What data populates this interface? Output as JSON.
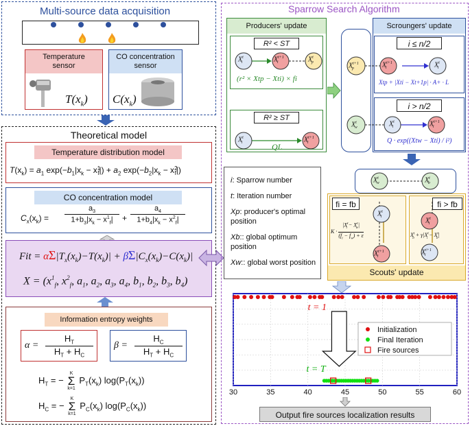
{
  "left": {
    "acquisition": {
      "title": "Multi-source data acquisition",
      "temp_sensor_label": "Temperature\nsensor",
      "co_sensor_label": "CO concentration\nsensor",
      "temp_func": "T(x",
      "temp_func_sub": "k",
      "co_func": "C(x",
      "co_func_sub": "k"
    },
    "theory": {
      "title": "Theoretical model",
      "temp_model_title": "Temperature distribution model",
      "temp_model_eq": "T(xk) = a1 exp(−b1|xk − x1f|) + a2 exp(−b2|xk − x2f|)",
      "co_model_title": "CO concentration model",
      "co_model_lhs": "Cx(xk) =",
      "co_num1": "a3",
      "co_den1": "1+b3|xk − x1f|",
      "co_num2": "a4",
      "co_den2": "1+b4|xk − x2f|",
      "fit_eq": "Fit = αΣ|Tx(xk)−T(xk)| + βΣ|Cx(xk)−C(xk)|",
      "x_eq": "X = (x1f, x2f, a1, a2, a3, a4, b1, b2, b3, b4)",
      "entropy_title": "Information entropy weights",
      "alpha_lhs": "α =",
      "alpha_num": "HT",
      "alpha_den": "HT + HC",
      "beta_lhs": "β =",
      "beta_num": "HC",
      "beta_den": "HT + HC",
      "ht_eq": "HT = − Σ PT(xk) log(PT(xk))",
      "hc_eq": "HC = − Σ PC(xk) log(PC(xk))",
      "sum_upper": "K",
      "sum_lower": "k=1"
    }
  },
  "right": {
    "title": "Sparrow Search Algorithm",
    "producers": {
      "title": "Producers' update",
      "cond1": "R² < ST",
      "cond2": "R² ≥ ST",
      "formula1": "(r² × Xtp − Xti) × fi",
      "formula2": "QL",
      "node_xi": "Xti",
      "node_xi1": "Xt+1i",
      "node_xp": "Xtp"
    },
    "scroungers": {
      "title": "Scroungers' update",
      "cond1": "i ≤ n/2",
      "cond2": "i > n/2",
      "formula1": "Xtp + |Xti − Xt+1p| · A+ · L",
      "formula2": "Q · exp((Xtw − Xti) / i²)",
      "node_xp1": "Xt+1p",
      "node_xw": "Xtw"
    },
    "legend_list": [
      {
        "sym": "i",
        "text": ": Sparrow number"
      },
      {
        "sym": "t",
        "text": ": Iteration number"
      },
      {
        "sym": "Xp",
        "text": ": producer's optimal position"
      },
      {
        "sym": "Xb",
        "text": ":: global optimum position"
      },
      {
        "sym": "Xw",
        "text": ":: global worst position"
      }
    ],
    "scouts": {
      "title": "Scouts' update",
      "cond1": "fi = fb",
      "cond2": "fi > fb",
      "formula1": "K · (|Xti − Xtw| / ((fi − fw) + ε))",
      "formula2": "Xtb + γ|Xti − Xtb|",
      "node_xw": "Xtw",
      "node_xb": "Xtb"
    },
    "output_label": "Output fire sources localization results"
  },
  "chart_data": {
    "type": "scatter",
    "xlim": [
      30,
      60
    ],
    "x_ticks": [
      "30",
      "35",
      "40",
      "45",
      "50",
      "55",
      "60"
    ],
    "annotations": [
      "t = 1",
      "t = T"
    ],
    "legend": [
      "Initialization",
      "Final Iteration",
      "Fire sources"
    ],
    "series": [
      {
        "name": "Initialization",
        "color": "#e01010",
        "x": [
          30.2,
          30.6,
          31.5,
          32.4,
          33.3,
          34.1,
          34.9,
          35.2,
          36.8,
          37.9,
          38.6,
          38.9,
          40.3,
          40.9,
          41.6,
          41.9,
          43.5,
          44.1,
          44.6,
          46.2,
          46.7,
          47.5,
          49.5,
          50.1,
          50.8,
          51.1,
          52.0,
          52.3,
          52.7,
          53.6,
          54.0,
          54.4,
          54.9,
          56.4,
          57.1,
          57.6,
          58.2,
          58.8,
          59.3,
          59.7
        ]
      },
      {
        "name": "Final Iteration",
        "color": "#10e010",
        "x": [
          42.2,
          42.5,
          42.8,
          43.1,
          43.3,
          43.6,
          43.9,
          44.2,
          44.5,
          44.8,
          45.1,
          45.4,
          45.7,
          46.0,
          46.3,
          46.6,
          46.9,
          47.2,
          47.5,
          47.8,
          48.1,
          48.4,
          48.7,
          49.0,
          49.3
        ]
      },
      {
        "name": "Fire sources",
        "color": "#e01010",
        "x": [
          43.4,
          48.1
        ]
      }
    ]
  },
  "colors": {
    "blue_frame": "#2c4f9c",
    "purple_frame": "#9b55c4",
    "red_frame": "#c03030",
    "pink_fill": "#f4c6c6",
    "light_blue_fill": "#cfe0f4",
    "green_fill": "#d8ecd0",
    "yellow_fill": "#fbe9b0",
    "peach_fill": "#f8d8c0",
    "lavender_fill": "#ead8f2",
    "arrow_blue": "#3a64b4"
  }
}
